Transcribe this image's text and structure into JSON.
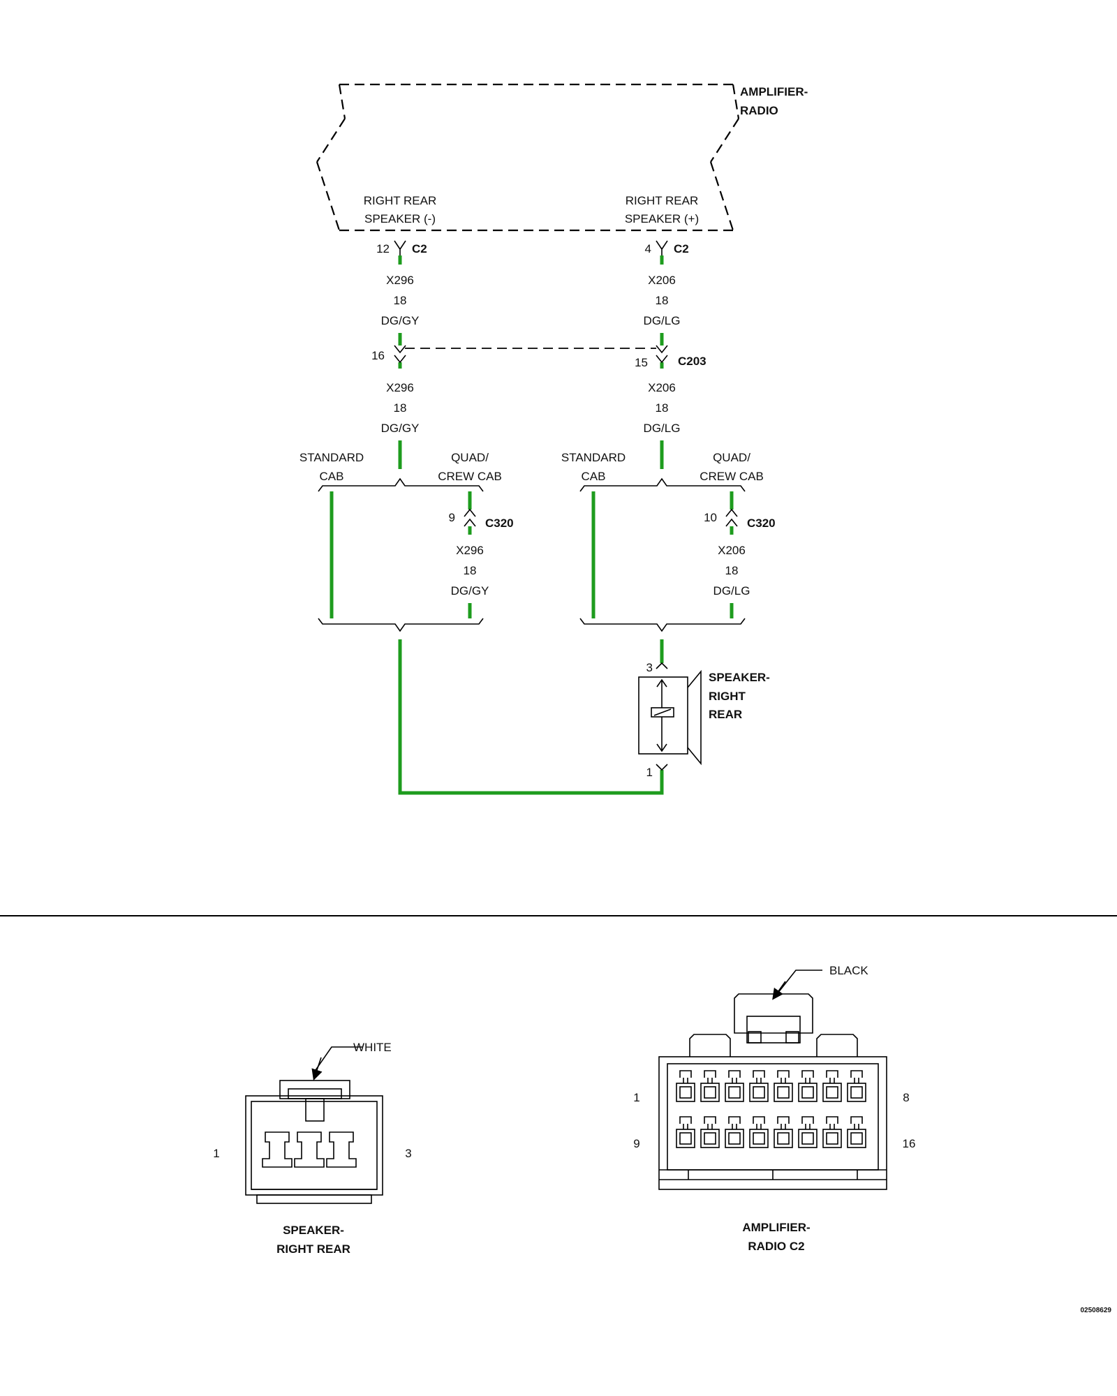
{
  "colors": {
    "wire": "#1e9c1e",
    "wire_edge": "#000000",
    "line": "#000000"
  },
  "amplifier": {
    "name_line1": "AMPLIFIER-",
    "name_line2": "RADIO",
    "left_label_line1": "RIGHT REAR",
    "left_label_line2": "SPEAKER (-)",
    "right_label_line1": "RIGHT REAR",
    "right_label_line2": "SPEAKER (+)"
  },
  "left_circuit": {
    "c2_pin": "12",
    "c2_name": "C2",
    "seg1": {
      "circuit": "X296",
      "gauge": "18",
      "color": "DG/GY"
    },
    "c203_pin": "16",
    "seg2": {
      "circuit": "X296",
      "gauge": "18",
      "color": "DG/GY"
    },
    "branch_left": {
      "line1": "STANDARD",
      "line2": "CAB"
    },
    "branch_right": {
      "line1": "QUAD/",
      "line2": "CREW CAB"
    },
    "c320_pin": "9",
    "c320_name": "C320",
    "seg3": {
      "circuit": "X296",
      "gauge": "18",
      "color": "DG/GY"
    }
  },
  "right_circuit": {
    "c2_pin": "4",
    "c2_name": "C2",
    "seg1": {
      "circuit": "X206",
      "gauge": "18",
      "color": "DG/LG"
    },
    "c203_pin": "15",
    "c203_name": "C203",
    "seg2": {
      "circuit": "X206",
      "gauge": "18",
      "color": "DG/LG"
    },
    "branch_left": {
      "line1": "STANDARD",
      "line2": "CAB"
    },
    "branch_right": {
      "line1": "QUAD/",
      "line2": "CREW CAB"
    },
    "c320_pin": "10",
    "c320_name": "C320",
    "seg3": {
      "circuit": "X206",
      "gauge": "18",
      "color": "DG/LG"
    }
  },
  "speaker": {
    "pin_top": "3",
    "pin_bottom": "1",
    "name_line1": "SPEAKER-",
    "name_line2": "RIGHT",
    "name_line3": "REAR"
  },
  "speaker_connector": {
    "color_label": "WHITE",
    "pin_left": "1",
    "pin_right": "3",
    "name_line1": "SPEAKER-",
    "name_line2": "RIGHT REAR"
  },
  "amp_connector": {
    "color_label": "BLACK",
    "pin_top_left": "1",
    "pin_top_right": "8",
    "pin_bottom_left": "9",
    "pin_bottom_right": "16",
    "name_line1": "AMPLIFIER-",
    "name_line2": "RADIO C2"
  },
  "figure_id": "02508629"
}
